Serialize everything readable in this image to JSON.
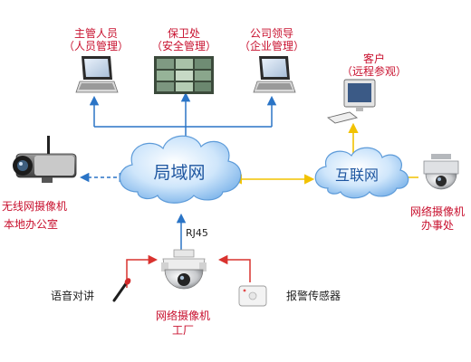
{
  "nodes": {
    "supervisor": {
      "title": "主管人员",
      "subtitle": "（人员管理）",
      "icon": "laptop-icon"
    },
    "security": {
      "title": "保卫处",
      "subtitle": "（安全管理）",
      "icon": "monitor-wall-icon"
    },
    "leader": {
      "title": "公司领导",
      "subtitle": "（企业管理）",
      "icon": "laptop-icon"
    },
    "client": {
      "title": "客户",
      "subtitle": "（远程参观）",
      "icon": "desktop-computer-icon"
    },
    "lan": {
      "label": "局域网",
      "icon": "cloud-icon"
    },
    "internet": {
      "label": "互联网",
      "icon": "cloud-icon"
    },
    "wireless_camera": {
      "title": "无线网摄像机",
      "subtitle": "本地办公室",
      "icon": "box-camera-icon"
    },
    "office_camera": {
      "title": "网络摄像机",
      "subtitle": "办事处",
      "icon": "dome-camera-icon"
    },
    "factory_camera": {
      "title": "网络摄像机",
      "subtitle": "工厂",
      "icon": "speed-dome-camera-icon"
    },
    "intercom": {
      "label": "语音对讲",
      "icon": "microphone-icon"
    },
    "alarm": {
      "label": "报警传感器",
      "icon": "alarm-sensor-icon"
    }
  },
  "links": {
    "rj45_label": "RJ45"
  },
  "colors": {
    "arrow_blue": "#2a74c6",
    "arrow_yellow": "#f2c200",
    "arrow_red": "#d9322e",
    "label_red": "#c8102e"
  }
}
